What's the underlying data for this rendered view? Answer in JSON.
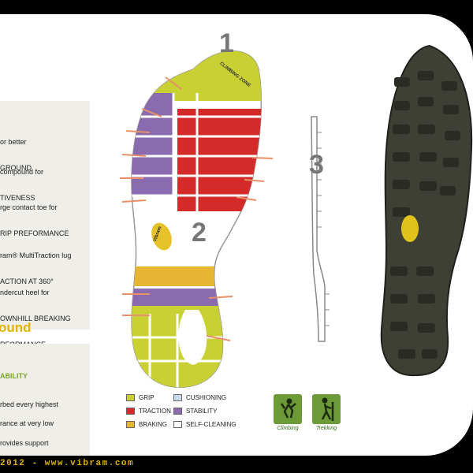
{
  "features": [
    {
      "line1": "or better",
      "line2": "GROUND"
    },
    {
      "line1": "compound for",
      "line2": "TIVENESS"
    },
    {
      "line1": "rge contact toe for",
      "line2": "RIP PREFORMANCE"
    },
    {
      "line1": "ram® MultiTraction lug",
      "line2": "ACTION AT 360°"
    },
    {
      "line1": "ndercut heel for",
      "line2": "OWNHILL BREAKING",
      "line3": "RFORMANCE"
    }
  ],
  "compound": {
    "title": "ound",
    "subtitle": "ABILITY",
    "items": [
      "rbed every highest",
      "rance at very low",
      "rovides support"
    ]
  },
  "sole_labels": {
    "zone": "CLIMBING ZONE",
    "numbers": [
      "1",
      "2",
      "3"
    ],
    "logo": "Vibram"
  },
  "legend": [
    {
      "label": "GRIP",
      "color": "#c8d034"
    },
    {
      "label": "CUSHIONING",
      "color": "#c9d8ea"
    },
    {
      "label": "TRACTION",
      "color": "#d42a2a"
    },
    {
      "label": "STABILITY",
      "color": "#8a6bb0"
    },
    {
      "label": "BRAKING",
      "color": "#e6b632"
    },
    {
      "label": "SELF-CLEANING",
      "color": "#ffffff"
    }
  ],
  "activities": [
    {
      "label": "Climbing",
      "icon": "climbing-icon"
    },
    {
      "label": "Trekking",
      "icon": "trekking-icon"
    }
  ],
  "footer": {
    "text": "2012 - www.vibram.com"
  }
}
